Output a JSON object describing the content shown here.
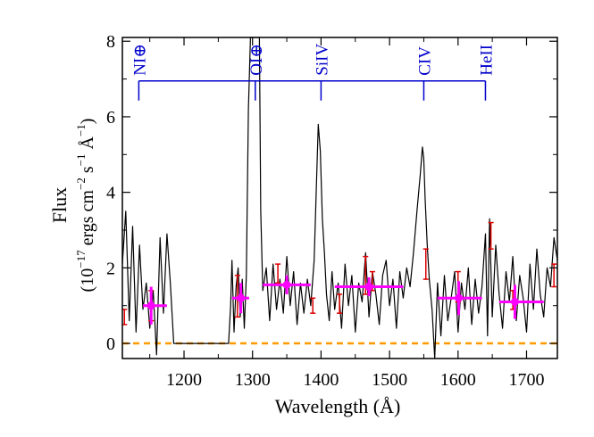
{
  "chart_data": {
    "type": "line",
    "xlabel": "Wavelength (Å)",
    "ylabel_line1": "Flux",
    "ylabel_line2_prefix": "(10",
    "ylabel_line2_exp": "−17",
    "ylabel_line2_units": " ergs cm",
    "ylabel_line2_rest": " s",
    "ylabel_line2_tail": " Å",
    "xlim": [
      1110,
      1745
    ],
    "ylim": [
      -0.4,
      8.1
    ],
    "xticks": [
      1200,
      1300,
      1400,
      1500,
      1600,
      1700
    ],
    "yticks": [
      0,
      2,
      4,
      6,
      8
    ],
    "zero_line": {
      "y": 0,
      "color": "#ff9900"
    },
    "spectrum": {
      "color": "#000000",
      "x": [
        1110,
        1115,
        1120,
        1125,
        1130,
        1135,
        1140,
        1145,
        1150,
        1155,
        1160,
        1165,
        1170,
        1175,
        1180,
        1185,
        1190,
        1195,
        1200,
        1205,
        1210,
        1215,
        1220,
        1225,
        1230,
        1235,
        1240,
        1245,
        1250,
        1255,
        1260,
        1265,
        1268,
        1270,
        1273,
        1276,
        1279,
        1282,
        1285,
        1288,
        1291,
        1294,
        1297,
        1300,
        1302,
        1304,
        1306,
        1308,
        1310,
        1312,
        1315,
        1320,
        1325,
        1330,
        1335,
        1340,
        1345,
        1350,
        1355,
        1360,
        1365,
        1370,
        1375,
        1380,
        1385,
        1390,
        1393,
        1396,
        1399,
        1402,
        1405,
        1408,
        1412,
        1416,
        1420,
        1425,
        1430,
        1435,
        1440,
        1445,
        1450,
        1455,
        1460,
        1465,
        1470,
        1475,
        1480,
        1485,
        1490,
        1495,
        1500,
        1505,
        1510,
        1515,
        1520,
        1525,
        1530,
        1535,
        1540,
        1545,
        1548,
        1550,
        1552,
        1555,
        1558,
        1562,
        1566,
        1570,
        1575,
        1580,
        1585,
        1590,
        1595,
        1600,
        1605,
        1610,
        1615,
        1620,
        1625,
        1630,
        1635,
        1640,
        1643,
        1646,
        1650,
        1655,
        1660,
        1665,
        1670,
        1675,
        1680,
        1685,
        1690,
        1695,
        1700,
        1705,
        1710,
        1715,
        1720,
        1725,
        1730,
        1735,
        1740,
        1745
      ],
      "y": [
        2.1,
        3.5,
        0.6,
        3.1,
        0.3,
        2.6,
        0.9,
        1.6,
        0.4,
        1.4,
        -0.3,
        2.8,
        0.8,
        2.9,
        1.6,
        0.0,
        0.0,
        0.0,
        0.0,
        0.0,
        0.0,
        0.0,
        0.0,
        0.0,
        0.0,
        0.0,
        0.0,
        0.0,
        0.0,
        0.0,
        0.0,
        0.0,
        1.0,
        2.2,
        0.3,
        1.5,
        2.0,
        0.7,
        1.7,
        0.4,
        1.8,
        6.2,
        8.1,
        8.1,
        8.1,
        8.1,
        8.1,
        8.1,
        8.1,
        3.5,
        1.4,
        2.0,
        0.6,
        2.1,
        0.9,
        1.7,
        0.8,
        2.3,
        1.0,
        1.9,
        0.5,
        1.6,
        0.8,
        1.7,
        1.0,
        2.2,
        4.0,
        5.8,
        5.1,
        3.3,
        2.4,
        1.3,
        0.6,
        1.9,
        0.9,
        1.6,
        0.4,
        2.1,
        1.0,
        1.8,
        0.3,
        1.6,
        1.1,
        2.4,
        0.7,
        1.9,
        1.3,
        0.5,
        1.8,
        2.2,
        1.0,
        1.7,
        0.4,
        1.9,
        1.2,
        2.0,
        1.5,
        2.4,
        3.5,
        4.5,
        5.2,
        4.9,
        3.8,
        2.6,
        1.7,
        0.9,
        -0.4,
        1.6,
        0.2,
        1.8,
        0.6,
        1.2,
        1.9,
        0.3,
        1.6,
        0.9,
        2.0,
        0.5,
        1.7,
        0.8,
        1.5,
        2.9,
        0.2,
        3.3,
        0.7,
        2.6,
        1.3,
        0.4,
        1.9,
        1.1,
        2.3,
        0.6,
        1.8,
        1.2,
        0.3,
        2.1,
        0.9,
        2.5,
        1.3,
        0.7,
        2.0,
        1.5,
        2.8,
        2.2
      ]
    },
    "binned_points": {
      "color": "#ff00ff",
      "x": [
        1152,
        1283,
        1350,
        1470,
        1601,
        1683
      ],
      "y": [
        1.0,
        1.2,
        1.55,
        1.5,
        1.2,
        1.1
      ],
      "xerr": [
        [
          1140,
          1175
        ],
        [
          1270,
          1295
        ],
        [
          1315,
          1385
        ],
        [
          1420,
          1520
        ],
        [
          1570,
          1635
        ],
        [
          1660,
          1725
        ]
      ],
      "yerr": [
        0.5,
        0.4,
        0.25,
        0.25,
        0.45,
        0.45
      ]
    },
    "red_error_bars": {
      "color": "#dd0000",
      "x": [
        1113,
        1152,
        1278,
        1337,
        1388,
        1427,
        1465,
        1475,
        1553,
        1600,
        1648,
        1680,
        1740
      ],
      "low": [
        0.5,
        0.6,
        0.7,
        1.6,
        0.8,
        0.8,
        1.3,
        1.4,
        1.7,
        1.1,
        2.5,
        0.9,
        1.5
      ],
      "high": [
        0.9,
        1.4,
        1.8,
        2.1,
        1.2,
        1.3,
        2.3,
        1.9,
        2.5,
        1.9,
        3.2,
        1.4,
        2.1
      ]
    },
    "line_ids": {
      "color": "#0000cc",
      "bracket_y": 6.95,
      "labels": [
        {
          "text": "NI⊕",
          "x": 1134
        },
        {
          "text": "OI⊕",
          "x": 1304
        },
        {
          "text": "SiIV",
          "x": 1400
        },
        {
          "text": "CIV",
          "x": 1550
        },
        {
          "text": "HeII",
          "x": 1640
        }
      ]
    }
  }
}
